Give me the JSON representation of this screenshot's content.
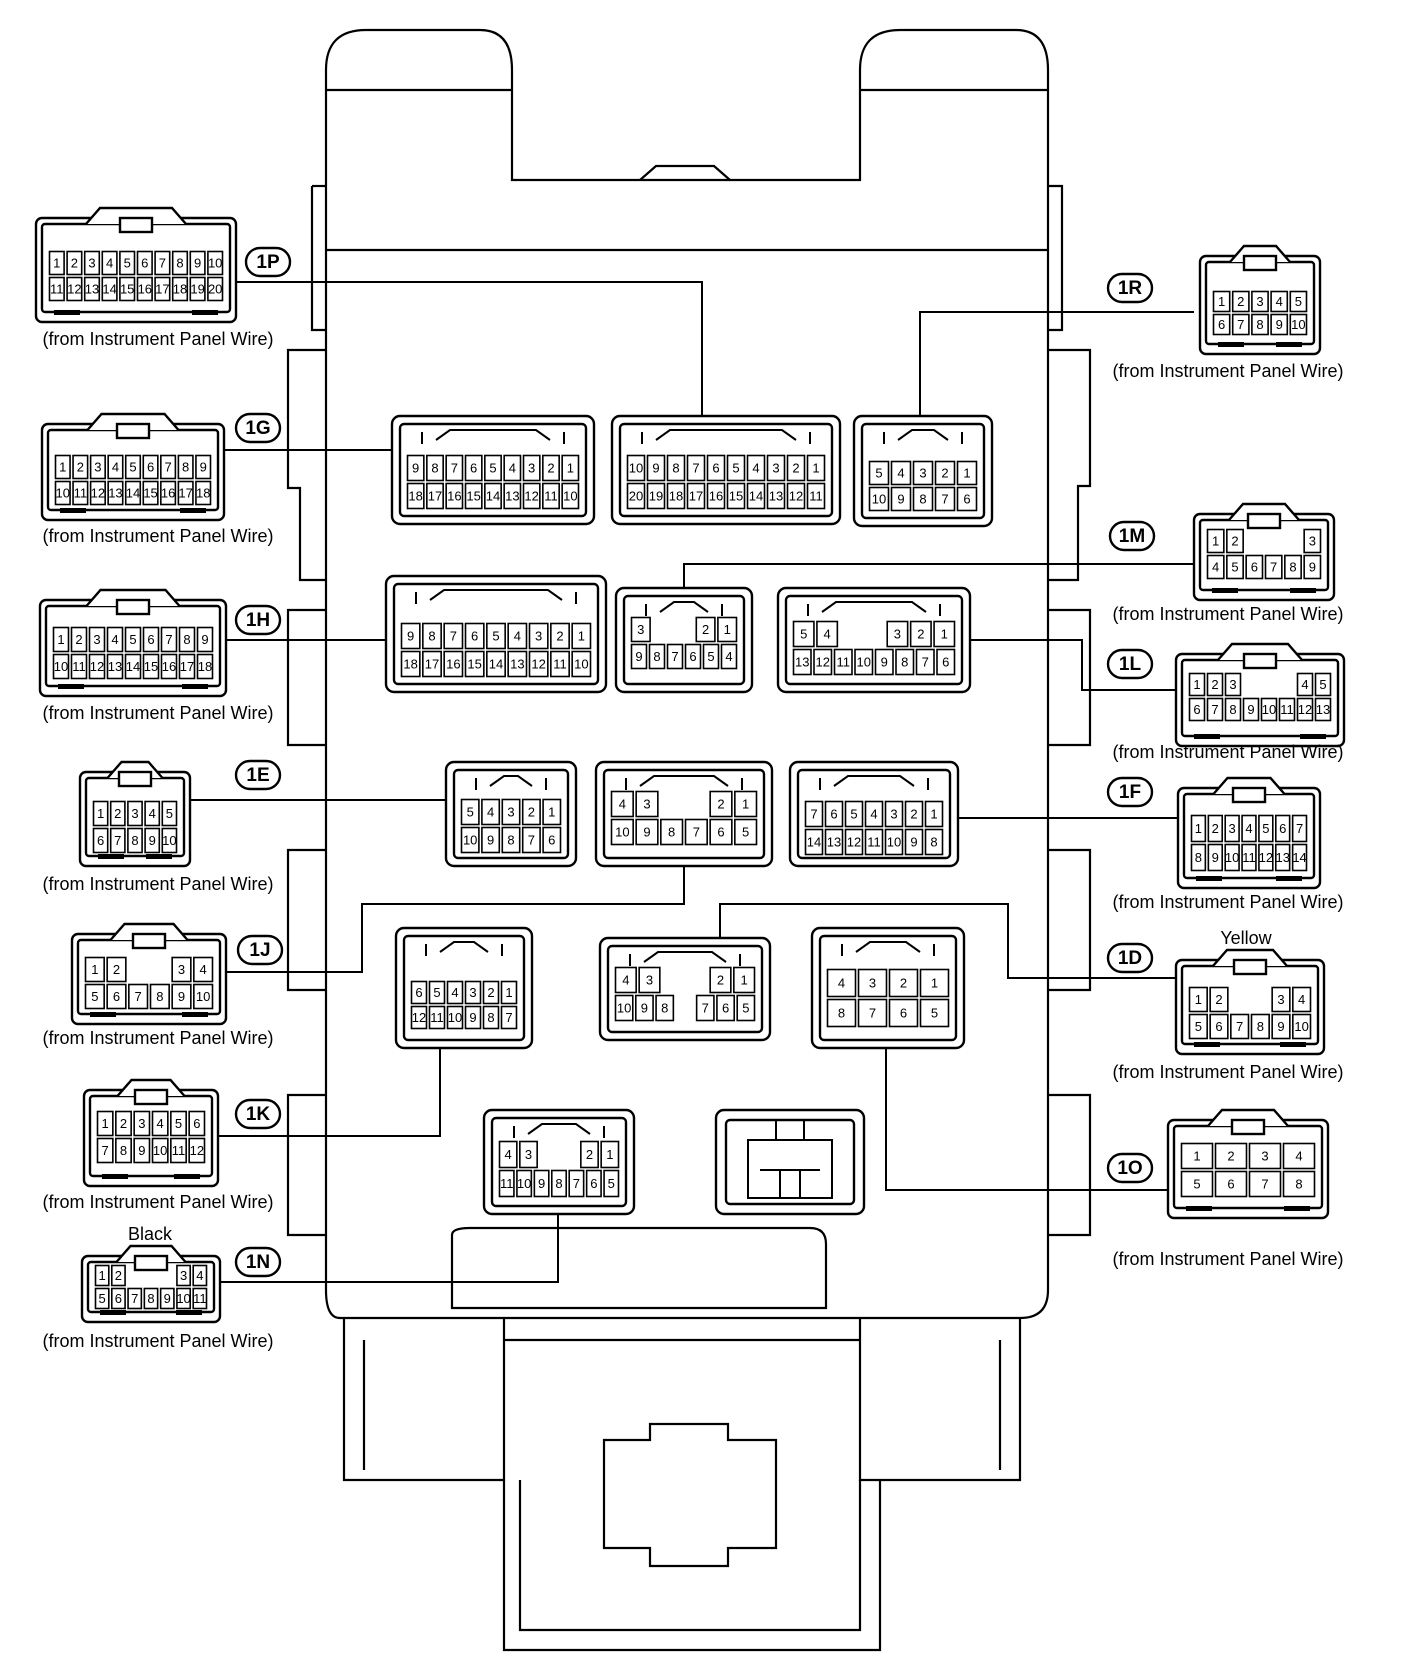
{
  "caption": "(from Instrument Panel Wire)",
  "color_notes": [
    "Yellow",
    "Black"
  ],
  "connectors": [
    {
      "id": "1P",
      "pins_top": [
        "1",
        "2",
        "3",
        "4",
        "5",
        "6",
        "7",
        "8",
        "9",
        "10"
      ],
      "pins_bottom": [
        "11",
        "12",
        "13",
        "14",
        "15",
        "16",
        "17",
        "18",
        "19",
        "20"
      ]
    },
    {
      "id": "1G",
      "pins_top": [
        "1",
        "2",
        "3",
        "4",
        "5",
        "6",
        "7",
        "8",
        "9"
      ],
      "pins_bottom": [
        "10",
        "11",
        "12",
        "13",
        "14",
        "15",
        "16",
        "17",
        "18"
      ]
    },
    {
      "id": "1H",
      "pins_top": [
        "1",
        "2",
        "3",
        "4",
        "5",
        "6",
        "7",
        "8",
        "9"
      ],
      "pins_bottom": [
        "10",
        "11",
        "12",
        "13",
        "14",
        "15",
        "16",
        "17",
        "18"
      ]
    },
    {
      "id": "1E",
      "pins_top": [
        "1",
        "2",
        "3",
        "4",
        "5"
      ],
      "pins_bottom": [
        "6",
        "7",
        "8",
        "9",
        "10"
      ]
    },
    {
      "id": "1J",
      "pins_top": [
        "1",
        "2",
        "",
        "",
        "3",
        "4"
      ],
      "pins_bottom": [
        "5",
        "6",
        "7",
        "8",
        "9",
        "10"
      ]
    },
    {
      "id": "1K",
      "pins_top": [
        "1",
        "2",
        "3",
        "4",
        "5",
        "6"
      ],
      "pins_bottom": [
        "7",
        "8",
        "9",
        "10",
        "11",
        "12"
      ]
    },
    {
      "id": "1N",
      "color": "Black",
      "pins_top": [
        "1",
        "2",
        "",
        "",
        "",
        "3",
        "4"
      ],
      "pins_bottom": [
        "5",
        "6",
        "7",
        "8",
        "9",
        "10",
        "11"
      ]
    },
    {
      "id": "1R",
      "pins_top": [
        "1",
        "2",
        "3",
        "4",
        "5"
      ],
      "pins_bottom": [
        "6",
        "7",
        "8",
        "9",
        "10"
      ]
    },
    {
      "id": "1M",
      "pins_top": [
        "1",
        "2",
        "",
        "",
        "",
        "3"
      ],
      "pins_bottom": [
        "4",
        "5",
        "6",
        "7",
        "8",
        "9"
      ]
    },
    {
      "id": "1L",
      "pins_top": [
        "1",
        "2",
        "3",
        "",
        "",
        "",
        "4",
        "5"
      ],
      "pins_bottom": [
        "6",
        "7",
        "8",
        "9",
        "10",
        "11",
        "12",
        "13"
      ]
    },
    {
      "id": "1F",
      "pins_top": [
        "1",
        "2",
        "3",
        "4",
        "5",
        "6",
        "7"
      ],
      "pins_bottom": [
        "8",
        "9",
        "10",
        "11",
        "12",
        "13",
        "14"
      ]
    },
    {
      "id": "1D",
      "color": "Yellow",
      "pins_top": [
        "1",
        "2",
        "",
        "",
        "3",
        "4"
      ],
      "pins_bottom": [
        "5",
        "6",
        "7",
        "8",
        "9",
        "10"
      ]
    },
    {
      "id": "1O",
      "pins_top": [
        "1",
        "2",
        "3",
        "4"
      ],
      "pins_bottom": [
        "5",
        "6",
        "7",
        "8"
      ]
    }
  ],
  "junction_block": {
    "sockets": [
      {
        "name": "socket-1g",
        "pins_top": [
          "9",
          "8",
          "7",
          "6",
          "5",
          "4",
          "3",
          "2",
          "1"
        ],
        "pins_bottom": [
          "18",
          "17",
          "16",
          "15",
          "14",
          "13",
          "12",
          "11",
          "10"
        ]
      },
      {
        "name": "socket-1p",
        "pins_top": [
          "10",
          "9",
          "8",
          "7",
          "6",
          "5",
          "4",
          "3",
          "2",
          "1"
        ],
        "pins_bottom": [
          "20",
          "19",
          "18",
          "17",
          "16",
          "15",
          "14",
          "13",
          "12",
          "11"
        ]
      },
      {
        "name": "socket-1r",
        "pins_top": [
          "5",
          "4",
          "3",
          "2",
          "1"
        ],
        "pins_bottom": [
          "10",
          "9",
          "8",
          "7",
          "6"
        ]
      },
      {
        "name": "socket-1h",
        "pins_top": [
          "9",
          "8",
          "7",
          "6",
          "5",
          "4",
          "3",
          "2",
          "1"
        ],
        "pins_bottom": [
          "18",
          "17",
          "16",
          "15",
          "14",
          "13",
          "12",
          "11",
          "10"
        ]
      },
      {
        "name": "socket-1m",
        "pins_top": [
          "3",
          "",
          "",
          "2",
          "1"
        ],
        "pins_bottom": [
          "9",
          "8",
          "7",
          "6",
          "5",
          "4"
        ]
      },
      {
        "name": "socket-1l",
        "pins_top": [
          "5",
          "4",
          "",
          "",
          "3",
          "2",
          "1"
        ],
        "pins_bottom": [
          "13",
          "12",
          "11",
          "10",
          "9",
          "8",
          "7",
          "6"
        ]
      },
      {
        "name": "socket-1e",
        "pins_top": [
          "5",
          "4",
          "3",
          "2",
          "1"
        ],
        "pins_bottom": [
          "10",
          "9",
          "8",
          "7",
          "6"
        ]
      },
      {
        "name": "socket-1j",
        "pins_top": [
          "4",
          "3",
          "",
          "",
          "2",
          "1"
        ],
        "pins_bottom": [
          "10",
          "9",
          "8",
          "7",
          "6",
          "5"
        ]
      },
      {
        "name": "socket-1f",
        "pins_top": [
          "7",
          "6",
          "5",
          "4",
          "3",
          "2",
          "1"
        ],
        "pins_bottom": [
          "14",
          "13",
          "12",
          "11",
          "10",
          "9",
          "8"
        ]
      },
      {
        "name": "socket-1k",
        "pins_top": [
          "6",
          "5",
          "4",
          "3",
          "2",
          "1"
        ],
        "pins_bottom": [
          "12",
          "11",
          "10",
          "9",
          "8",
          "7"
        ]
      },
      {
        "name": "socket-1d",
        "pins_top": [
          "4",
          "3",
          "",
          "",
          "2",
          "1"
        ],
        "pins_bottom": [
          "10",
          "9",
          "8",
          "",
          "7",
          "6",
          "5"
        ]
      },
      {
        "name": "socket-1o",
        "pins_top": [
          "4",
          "3",
          "2",
          "1"
        ],
        "pins_bottom": [
          "8",
          "7",
          "6",
          "5"
        ]
      },
      {
        "name": "socket-1n",
        "pins_top": [
          "4",
          "3",
          "",
          "",
          "2",
          "1"
        ],
        "pins_bottom": [
          "11",
          "10",
          "9",
          "8",
          "7",
          "6",
          "5"
        ]
      }
    ]
  }
}
